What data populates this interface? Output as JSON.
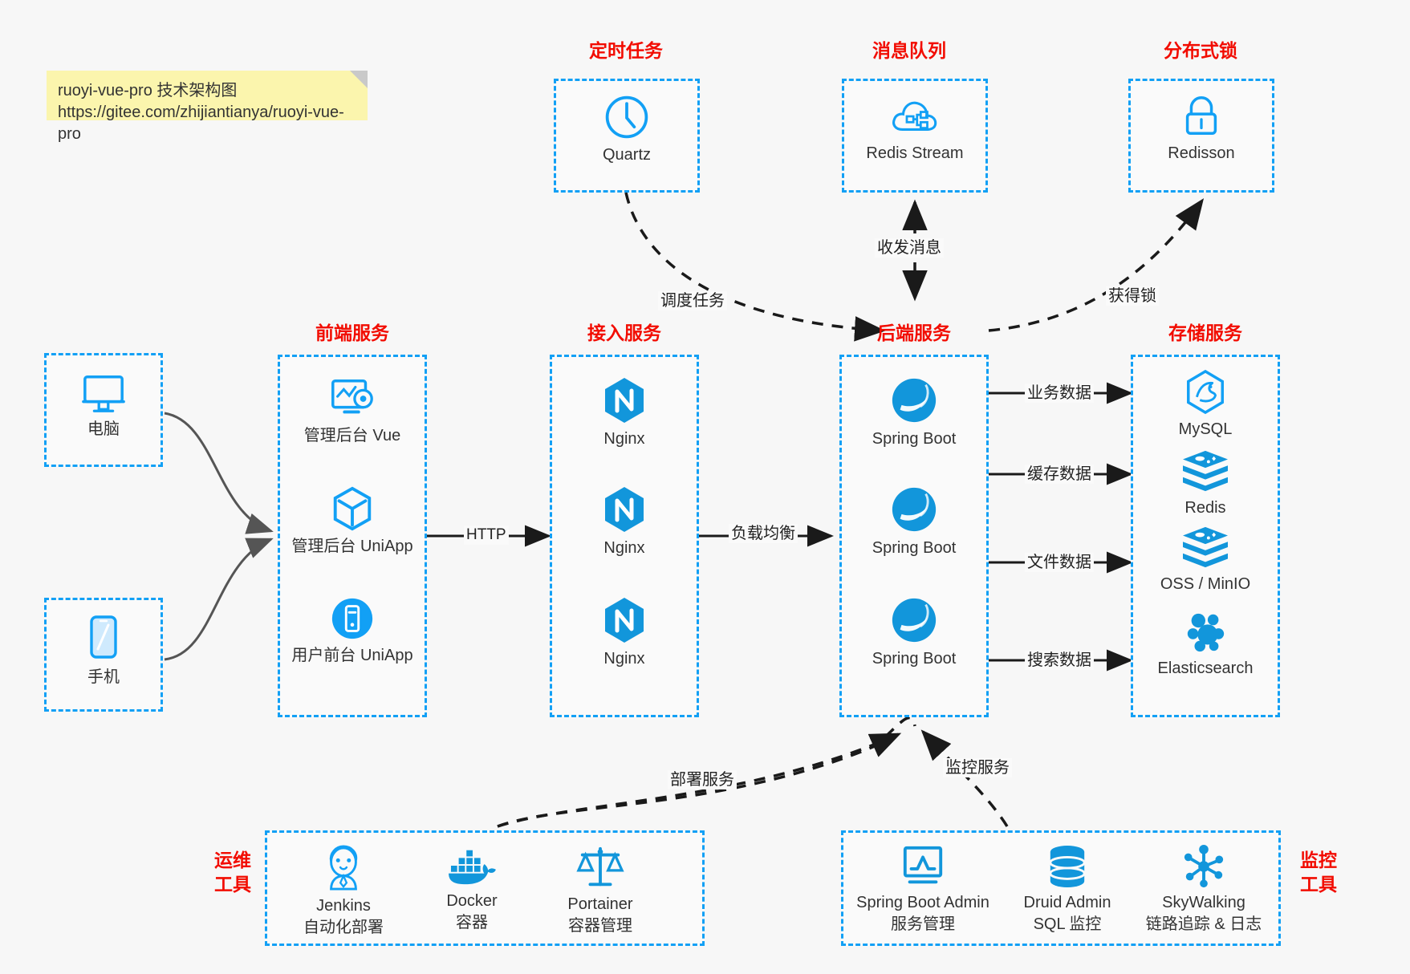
{
  "note": {
    "line1": "ruoyi-vue-pro 技术架构图",
    "line2": "https://gitee.com/zhijiantianya/ruoyi-vue-pro"
  },
  "colors": {
    "accent_blue": "#12a0f5",
    "heading_red": "#f20c00",
    "icon_blue": "#1296db",
    "arrow_gray": "#555555",
    "note_yellow": "#fbf5ad",
    "canvas": "#f7f7f7"
  },
  "groups": {
    "scheduled_task": "定时任务",
    "message_queue": "消息队列",
    "distributed_lock": "分布式锁",
    "frontend_service": "前端服务",
    "gateway_service": "接入服务",
    "backend_service": "后端服务",
    "storage_service": "存储服务",
    "ops_tools_l1": "运维",
    "ops_tools_l2": "工具",
    "monitor_tools_l1": "监控",
    "monitor_tools_l2": "工具"
  },
  "nodes": {
    "quartz": "Quartz",
    "redis_stream": "Redis Stream",
    "redisson": "Redisson",
    "computer": "电脑",
    "phone": "手机",
    "admin_vue": "管理后台 Vue",
    "admin_uniapp": "管理后台 UniApp",
    "user_uniapp": "用户前台 UniApp",
    "nginx1": "Nginx",
    "nginx2": "Nginx",
    "nginx3": "Nginx",
    "spring_boot1": "Spring Boot",
    "spring_boot2": "Spring Boot",
    "spring_boot3": "Spring Boot",
    "mysql": "MySQL",
    "redis": "Redis",
    "oss_minio": "OSS / MinIO",
    "elasticsearch": "Elasticsearch"
  },
  "ops_tools": [
    {
      "name": "Jenkins",
      "desc": "自动化部署",
      "icon": "jenkins-icon"
    },
    {
      "name": "Docker",
      "desc": "容器",
      "icon": "docker-icon"
    },
    {
      "name": "Portainer",
      "desc": "容器管理",
      "icon": "scales-icon"
    }
  ],
  "monitor_tools": [
    {
      "name": "Spring Boot Admin",
      "desc": "服务管理",
      "icon": "monitor-chart-icon"
    },
    {
      "name": "Druid Admin",
      "desc": "SQL 监控",
      "icon": "database-icon"
    },
    {
      "name": "SkyWalking",
      "desc": "链路追踪 & 日志",
      "icon": "skywalking-icon"
    }
  ],
  "edges": {
    "http": "HTTP",
    "load_balance": "负载均衡",
    "schedule_task": "调度任务",
    "send_receive_message": "收发消息",
    "acquire_lock": "获得锁",
    "business_data": "业务数据",
    "cache_data": "缓存数据",
    "file_data": "文件数据",
    "search_data": "搜索数据",
    "deploy_service": "部署服务",
    "monitor_service": "监控服务"
  }
}
